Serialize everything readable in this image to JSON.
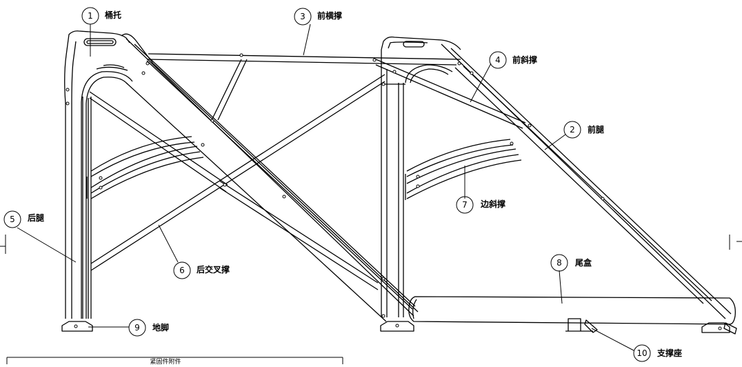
{
  "diagram": {
    "parts": [
      {
        "id": "1",
        "name": "桶托"
      },
      {
        "id": "2",
        "name": "前腿"
      },
      {
        "id": "3",
        "name": "前横撑"
      },
      {
        "id": "4",
        "name": "前斜撑"
      },
      {
        "id": "5",
        "name": "后腿"
      },
      {
        "id": "6",
        "name": "后交叉撑"
      },
      {
        "id": "7",
        "name": "边斜撑"
      },
      {
        "id": "8",
        "name": "尾盒"
      },
      {
        "id": "9",
        "name": "地脚"
      },
      {
        "id": "10",
        "name": "支撑座"
      }
    ],
    "table_title": "紧固件附件"
  }
}
